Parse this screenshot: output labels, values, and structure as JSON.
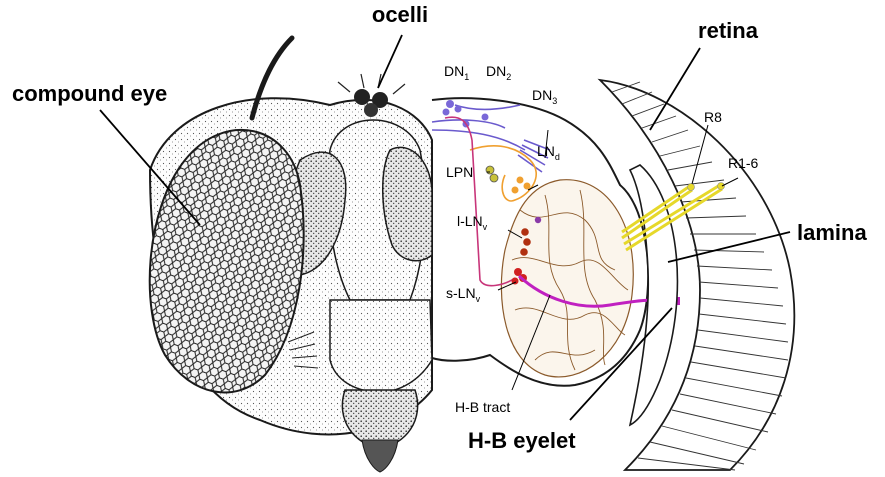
{
  "labels": {
    "ocelli": "ocelli",
    "compound_eye": "compound eye",
    "retina": "retina",
    "lamina": "lamina",
    "hb_eyelet": "H-B eyelet",
    "hb_tract": "H-B tract",
    "r8": "R8",
    "r1_6": "R1-6",
    "lpn": "LPN"
  },
  "neurons": {
    "dn1": {
      "base": "DN",
      "sub": "1"
    },
    "dn2": {
      "base": "DN",
      "sub": "2"
    },
    "dn3": {
      "base": "DN",
      "sub": "3"
    },
    "lnd": {
      "base": "LN",
      "sub": "d"
    },
    "llnv": {
      "base": "l-LN",
      "sub": "v"
    },
    "slnv": {
      "base": "s-LN",
      "sub": "v"
    }
  },
  "colors": {
    "ink": "#1a1a1a",
    "hb_tract": "#c020c0",
    "photoreceptor": "#e6d82a",
    "neuropil_fibers": "#8b5a2b",
    "dn_projection": "#6a5acd",
    "lnd_projection": "#f0a030",
    "lnv_soma": "#b03010"
  }
}
